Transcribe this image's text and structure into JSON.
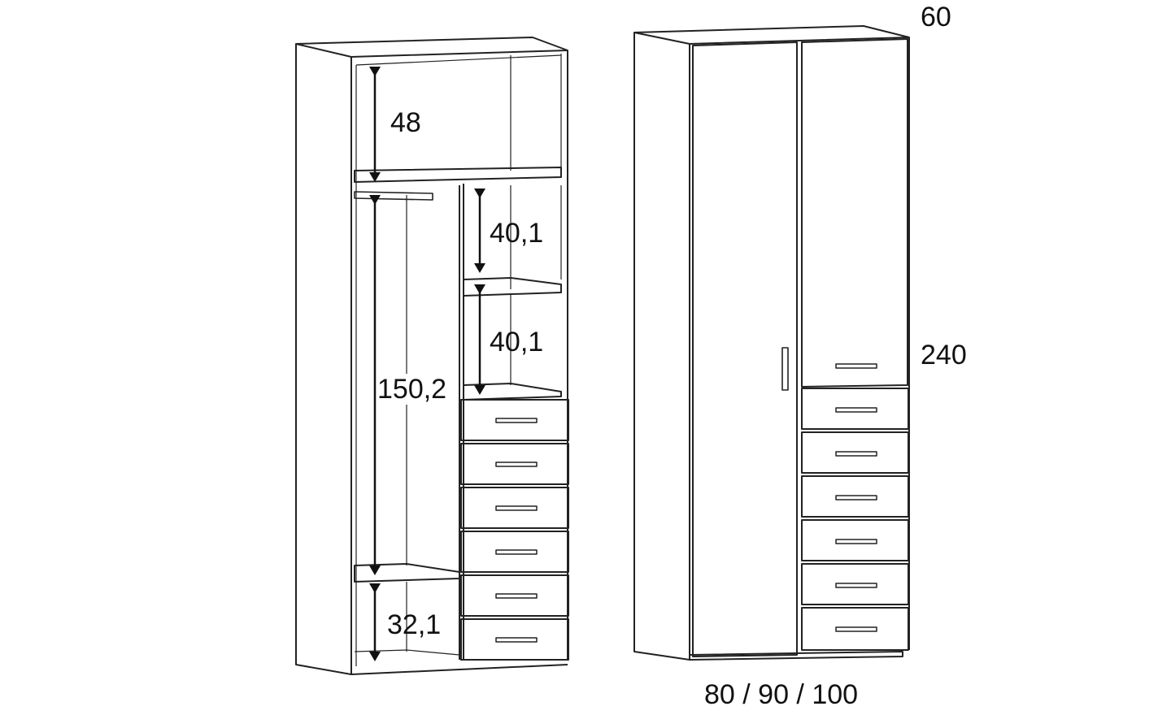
{
  "interior_view": {
    "dimensions": {
      "top_compartment_height": "48",
      "upper_shelf_height": "40,1",
      "lower_shelf_height": "40,1",
      "hanging_height": "150,2",
      "bottom_compartment_height": "32,1"
    },
    "drawer_count": 6
  },
  "exterior_view": {
    "dimensions": {
      "depth": "60",
      "height": "240",
      "width_options": "80 / 90 / 100"
    },
    "door_count": 2,
    "drawer_count": 6
  },
  "colors": {
    "line": "#222222",
    "arrow": "#111111",
    "text": "#111111",
    "background": "#ffffff"
  }
}
